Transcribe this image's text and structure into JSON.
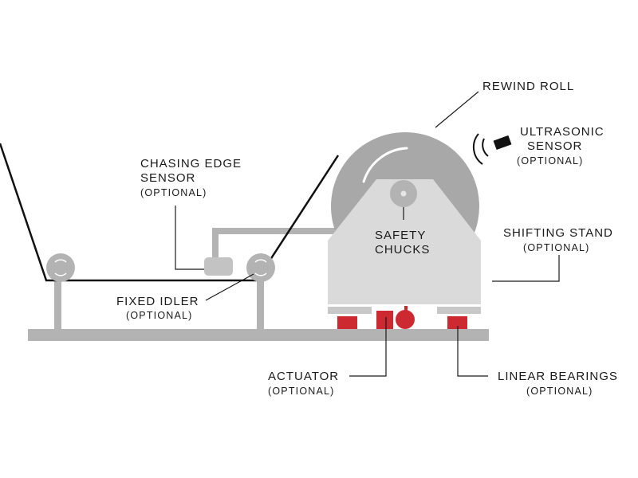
{
  "labels": {
    "rewind_roll": "REWIND ROLL",
    "ultrasonic_line1": "ULTRASONIC",
    "ultrasonic_line2": "SENSOR",
    "ultrasonic_opt": "(OPTIONAL)",
    "chasing_line1": "CHASING EDGE",
    "chasing_line2": "SENSOR",
    "chasing_opt": "(OPTIONAL)",
    "safety_line1": "SAFETY",
    "safety_line2": "CHUCKS",
    "shifting_line1": "SHIFTING STAND",
    "shifting_opt": "(OPTIONAL)",
    "fixed_idler_line1": "FIXED IDLER",
    "fixed_idler_opt": "(OPTIONAL)",
    "actuator_line1": "ACTUATOR",
    "actuator_opt": "(OPTIONAL)",
    "linear_line1": "LINEAR BEARINGS",
    "linear_opt": "(OPTIONAL)"
  },
  "colors": {
    "frame_gray": "#b3b3b3",
    "stand_light": "#dadada",
    "roll_gray": "#a8a8a8",
    "bearing_red": "#cc2a30",
    "web_black": "#111111"
  }
}
